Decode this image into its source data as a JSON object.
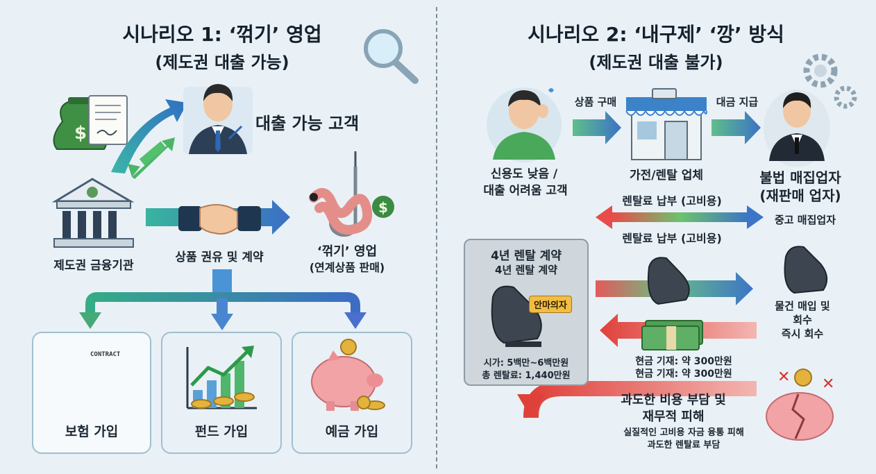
{
  "left": {
    "title": "시나리오 1: ‘꺾기’ 영업",
    "subtitle": "(제도권 대출 가능)",
    "customer_label": "대출 가능 고객",
    "bank_label": "제도권 금융기관",
    "handshake_label": "상품 권유 및 계약",
    "sales_title": "‘꺾기’ 영업",
    "sales_sub": "(연계상품 판매)",
    "contract_text": "CONTRACT",
    "cards": [
      {
        "label": "보험 가입"
      },
      {
        "label": "펀드 가입"
      },
      {
        "label": "예금 가입"
      }
    ]
  },
  "right": {
    "title": "시나리오 2: ‘내구제’ ‘깡’ 방식",
    "subtitle": "(제도권 대출 불가)",
    "arrow1_label": "상품 구매",
    "arrow2_label": "대금 지급",
    "customer_label_1": "신용도 낮음 /",
    "customer_label_2": "대출 어려움 고객",
    "store_label": "가전/렌탈 업체",
    "buyer_label_1": "불법 매집업자",
    "buyer_label_2": "(재판매 업자)",
    "rent_pay_1": "렌탈료 납부 (고비용)",
    "rent_pay_2": "렌탈료 납부 (고비용)",
    "used_buyer": "중고 매집업자",
    "rental_title": "4년 렌탈 계약",
    "rental_sub": "4년 렌탈 계약",
    "chair_tag": "안마의자",
    "price_1": "시가: 5백만~6백만원",
    "price_2": "총 렌탈료: 1,440만원",
    "collect_1": "물건 매입 및",
    "collect_2": "회수",
    "collect_3": "즉시 회수",
    "cash_1": "현금 기재: 약 300만원",
    "cash_2": "현금 기재: 약 300만원",
    "burden_1": "과도한 비용 부담 및",
    "burden_2": "재무적 피해",
    "burden_3": "실질적인 고비용 자금 융통 피해",
    "burden_4": "과도한 렌탈료 부담"
  },
  "colors": {
    "arrow_blue": "#3f83c9",
    "arrow_green": "#43b56a",
    "arrow_red": "#e2463f",
    "money_green": "#3a8a3e",
    "piggy_pink": "#f1a3a6"
  }
}
